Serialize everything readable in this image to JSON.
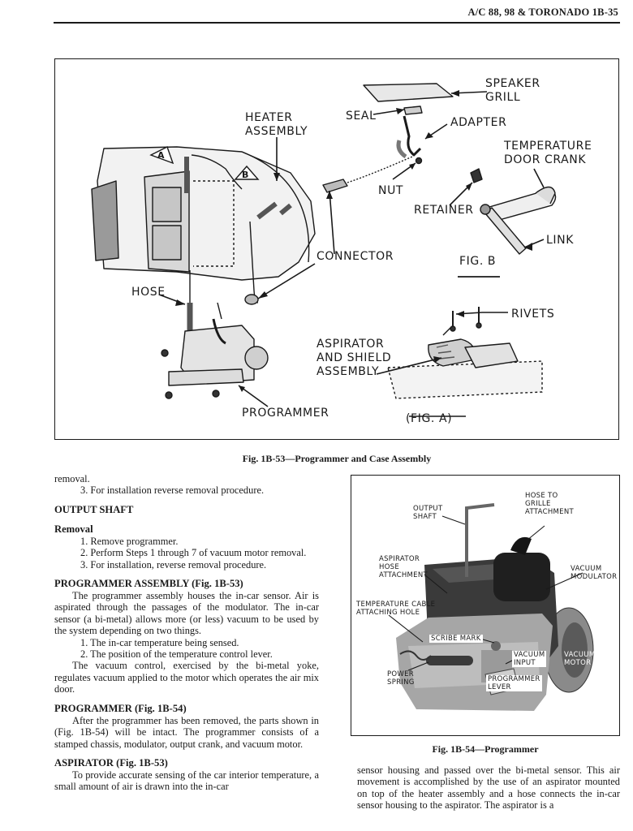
{
  "header": {
    "text": "A/C 88, 98 & TORONADO   1B-35"
  },
  "fig53": {
    "labels": {
      "speaker_grill": "SPEAKER\nGRILL",
      "heater_assembly": "HEATER\nASSEMBLY",
      "seal": "SEAL",
      "adapter": "ADAPTER",
      "temperature_door_crank": "TEMPERATURE\nDOOR CRANK",
      "nut": "NUT",
      "retainer": "RETAINER",
      "link": "LINK",
      "connector": "CONNECTOR",
      "fig_b": "FIG. B",
      "hose": "HOSE",
      "rivets": "RIVETS",
      "aspirator": "ASPIRATOR\nAND SHIELD\nASSEMBLY",
      "programmer": "PROGRAMMER",
      "fig_a": "(FIG. A)",
      "callout_a": "A",
      "callout_b": "B"
    },
    "caption": "Fig. 1B-53—Programmer and Case Assembly"
  },
  "left_column": {
    "intro_1": "removal.",
    "intro_2": "3. For installation reverse removal procedure.",
    "output_shaft_heading": "OUTPUT SHAFT",
    "removal_heading": "Removal",
    "removal_step_1": "1. Remove programmer.",
    "removal_step_2": "2. Perform Steps 1 through 7 of vacuum motor removal.",
    "removal_step_3": "3. For installation, reverse removal procedure.",
    "programmer_assembly_heading": "PROGRAMMER ASSEMBLY (Fig. 1B-53)",
    "programmer_assembly_text": "The programmer assembly houses the in-car sensor. Air is aspirated through the passages of the modulator. The in-car sensor (a bi-metal) allows more (or less) vacuum to be used by the system depending on two things.",
    "things_1": "1. The in-car temperature being sensed.",
    "things_2": "2. The position of the temperature control lever.",
    "vacuum_control_text": "The vacuum control, exercised by the bi-metal yoke, regulates vacuum applied to the motor which operates the air mix door.",
    "programmer_heading": "PROGRAMMER (Fig. 1B-54)",
    "programmer_text": "After the programmer has been removed, the parts shown in (Fig. 1B-54) will be intact. The programmer consists of a stamped chassis, modulator, output crank, and vacuum motor.",
    "aspirator_heading": "ASPIRATOR (Fig. 1B-53)",
    "aspirator_text": "To provide accurate sensing of the car interior temperature, a small amount of air is drawn into the in-car"
  },
  "fig54": {
    "labels": {
      "output_shaft": "OUTPUT\nSHAFT",
      "hose_to_grille": "HOSE TO\nGRILLE\nATTACHMENT",
      "aspirator_hose": "ASPIRATOR\nHOSE\nATTACHMENT",
      "vacuum_modulator": "VACUUM\nMODULATOR",
      "temp_cable": "TEMPERATURE CABLE\nATTACHING HOLE",
      "scribe_mark": "SCRIBE MARK",
      "vacuum_input": "VACUUM\nINPUT",
      "vacuum_motor": "VACUUM\nMOTOR",
      "power_spring": "POWER\nSPRING",
      "programmer_lever": "PROGRAMMER\nLEVER"
    },
    "caption": "Fig. 1B-54—Programmer"
  },
  "right_column": {
    "text": "sensor housing and passed over the bi-metal sensor. This air movement is accomplished by the use of an aspirator mounted on top of the heater assembly and a hose connects the in-car sensor housing to the aspirator. The aspirator is a"
  }
}
